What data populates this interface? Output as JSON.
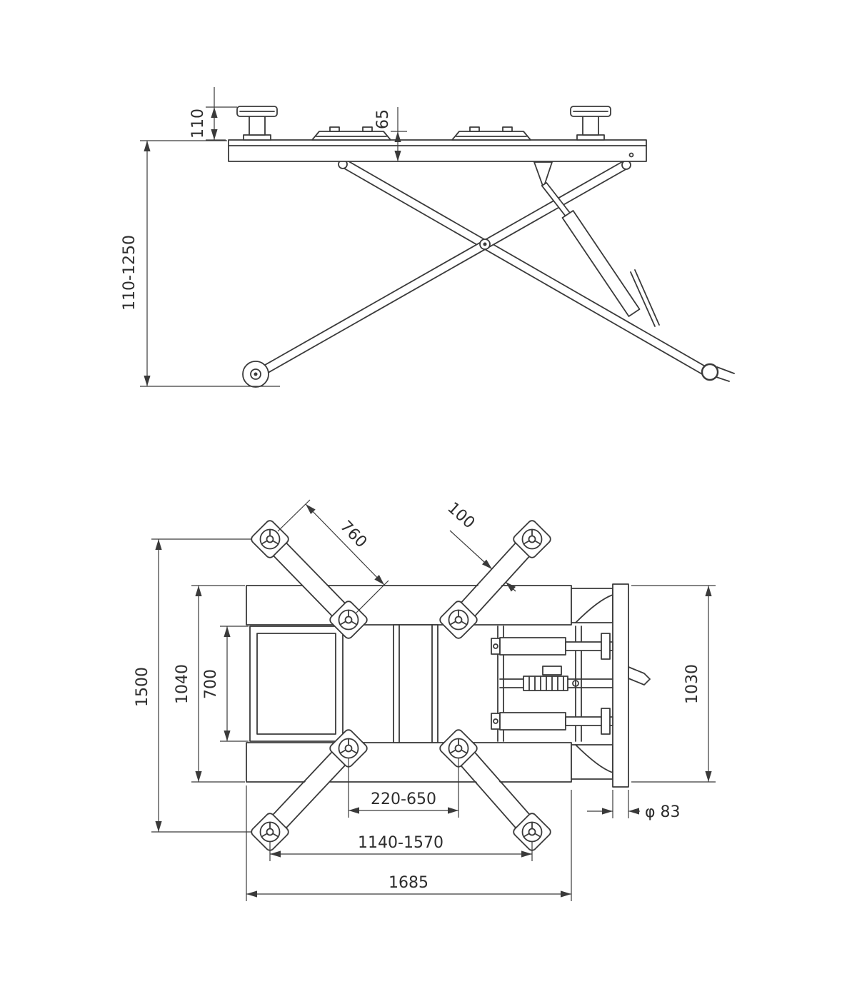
{
  "drawing": {
    "colors": {
      "ink": "#3a3a3a",
      "paper": "#ffffff"
    },
    "side_view": {
      "pad_height": "110",
      "ramp_height": "65",
      "lift_height_range": "110-1250"
    },
    "plan_view": {
      "arm_length": "760",
      "arm_width": "100",
      "overall_width": "1500",
      "frame_width": "1040",
      "inner_frame_width": "700",
      "base_width": "1030",
      "pad_spacing_range": "220-650",
      "pad_span_range": "1140-1570",
      "overall_length": "1685",
      "beam_diameter": "φ 83"
    }
  }
}
